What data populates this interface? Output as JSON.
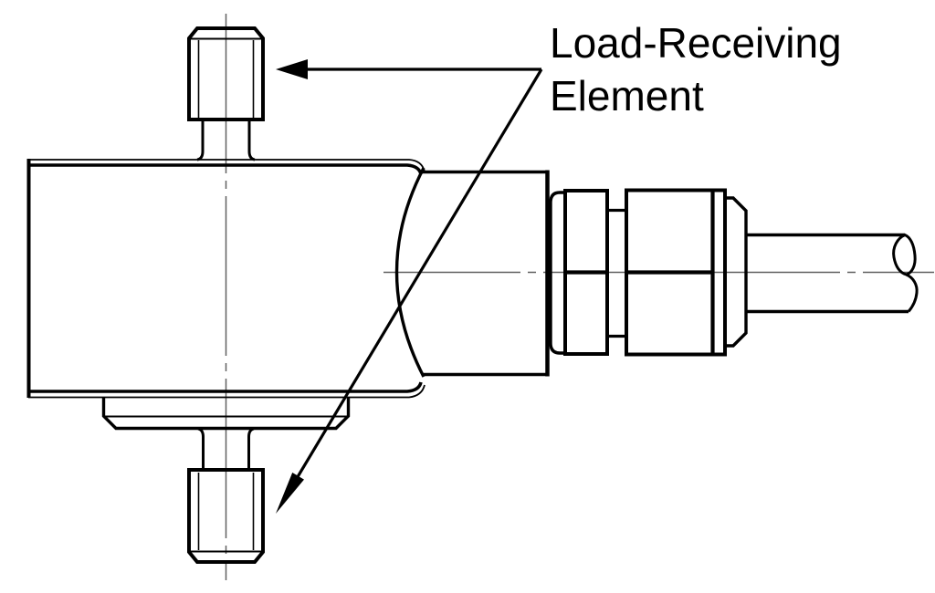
{
  "figure": {
    "kind": "technical-line-drawing",
    "subject": "load cell transducer side view with threaded studs, cable gland connector and cable",
    "background_color": "#ffffff",
    "ink_color": "#000000",
    "centerline_color": "#606060"
  },
  "label": {
    "line1": "Load-Receiving",
    "line2": "Element"
  },
  "components": [
    "top-threaded-stud",
    "transducer-body",
    "mounting-flange",
    "bottom-threaded-stud",
    "cable-gland-connector",
    "cable-with-break-symbol"
  ]
}
